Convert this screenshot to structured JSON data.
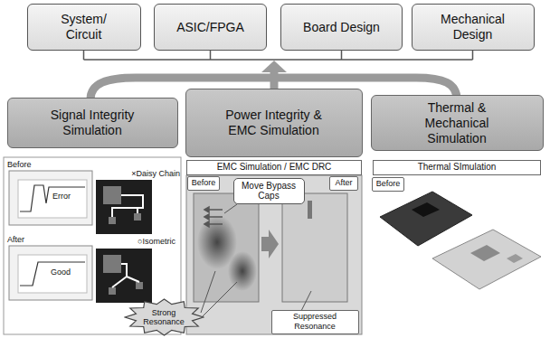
{
  "diagram": {
    "nodes": [
      {
        "text": [
          "System/ Circuit"
        ]
      },
      {
        "text": [
          "ASIC/FPGA"
        ]
      },
      {
        "text": [
          "Board Design"
        ]
      },
      {
        "text": [
          "Mechanical Design"
        ]
      },
      {
        "text": [
          "Signal Integrity Simulation"
        ]
      },
      {
        "text": [
          "Power Integrity & EMC Simulation"
        ]
      },
      {
        "text": [
          "Thermal & Mechanical Simulation"
        ]
      },
      {
        "text": [
          "EMC Simulation / EMC DRC"
        ]
      },
      {
        "text": [
          "Thermal SImulation"
        ]
      },
      {
        "text": [
          "Before"
        ]
      },
      {
        "text": [
          "Move Bypass Caps"
        ]
      },
      {
        "text": [
          "After"
        ]
      },
      {
        "text": [
          "Before"
        ]
      },
      {
        "text": [
          "Strong Resonance"
        ]
      },
      {
        "text": [
          "Suppressed Resonance"
        ]
      }
    ],
    "labels": [
      "Before",
      "Error",
      "×Daisy Chain",
      "○Isometric",
      "After",
      "Good"
    ]
  }
}
